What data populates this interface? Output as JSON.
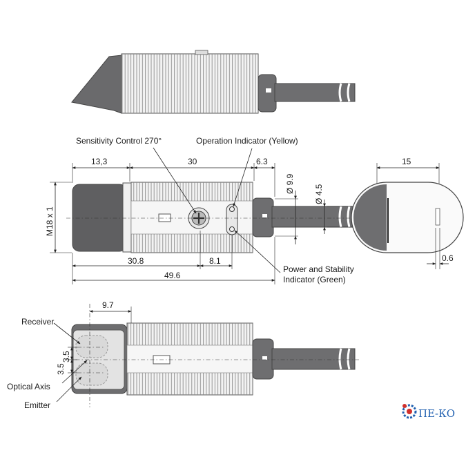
{
  "labels": {
    "sensitivity": "Sensitivity Control 270°",
    "operation": "Operation Indicator (Yellow)",
    "power_line1": "Power and Stability",
    "power_line2": "Indicator (Green)",
    "receiver": "Receiver",
    "optical_axis": "Optical Axis",
    "emitter": "Emitter"
  },
  "dimensions": {
    "d13_3": "13,3",
    "d30": "30",
    "d6_3": "6.3",
    "d9_9": "Ø 9.9",
    "d4_5": "Ø 4.5",
    "thread": "M18 x 1",
    "d30_8": "30.8",
    "d8_1": "8.1",
    "d49_6": "49.6",
    "d15": "15",
    "d0_6": "0.6",
    "d9_7": "9.7",
    "d3_5a": "3.5",
    "d3_5b": "3.5"
  },
  "logo": {
    "text": "ПЕ-КО"
  },
  "colors": {
    "housing": "#6e6e70",
    "cap": "#5f5f61",
    "thread": "#8a8a8a",
    "logo_blue": "#1f5fb0",
    "logo_red": "#d2302c"
  }
}
